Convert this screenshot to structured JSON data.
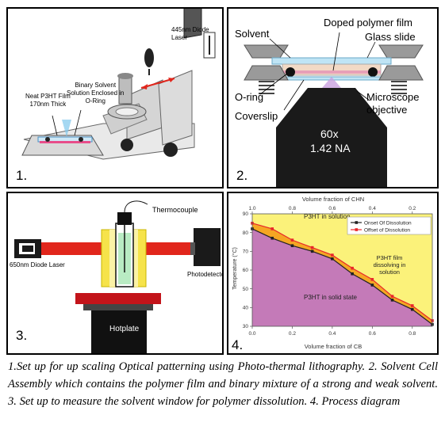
{
  "panel1": {
    "number": "1.",
    "labels": {
      "laser": "445nm Diode\nLaser",
      "film": "Neat P3HT Film\n170nm Thick",
      "solvent": "Binary Solvent\nSolution Enclosed in\nO-Ring"
    }
  },
  "panel2": {
    "number": "2.",
    "labels": {
      "solvent": "Solvent",
      "doped": "Doped polymer film",
      "glass": "Glass slide",
      "oring": "O-ring",
      "microscope": "Microscope\nobjective",
      "coverslip": "Coverslip",
      "mag": "60x",
      "na": "1.42 NA"
    }
  },
  "panel3": {
    "number": "3.",
    "labels": {
      "thermocouple": "Thermocouple",
      "laser": "650nm Diode Laser",
      "detector": "Photodetector",
      "hotplate": "Hotplate"
    }
  },
  "panel4": {
    "number": "4.",
    "chart_data": {
      "type": "line",
      "xlabel": "Volume fraction of CB",
      "x2label": "Volume fraction of CHN",
      "ylabel": "Temperature (°C)",
      "xlim": [
        0,
        0.9
      ],
      "ylim": [
        30,
        90
      ],
      "xticks": [
        0.0,
        0.2,
        0.4,
        0.6,
        0.8
      ],
      "x2ticks": [
        "1.0",
        "0.8",
        "0.6",
        "0.4",
        "0.2"
      ],
      "yticks": [
        30,
        40,
        50,
        60,
        70,
        80,
        90
      ],
      "series": [
        {
          "name": "Onset Of Dissolution",
          "color": "#222222",
          "x": [
            0.0,
            0.1,
            0.2,
            0.3,
            0.4,
            0.5,
            0.6,
            0.7,
            0.8,
            0.9
          ],
          "y": [
            82,
            77,
            73,
            70,
            66,
            58,
            52,
            44,
            39,
            31
          ]
        },
        {
          "name": "Offset of Dissolution",
          "color": "#e8262b",
          "x": [
            0.0,
            0.1,
            0.2,
            0.3,
            0.4,
            0.5,
            0.6,
            0.7,
            0.8,
            0.9
          ],
          "y": [
            85,
            82,
            76,
            72,
            68,
            61,
            55,
            46,
            41,
            33
          ]
        }
      ],
      "regions": {
        "solution": "P3HT in solution",
        "dissolving": "P3HT film\ndissolving in\nsolution",
        "solid": "P3HT in solid state"
      },
      "colors": {
        "solution": "#fbf27a",
        "dissolving": "#f5a623",
        "solid": "#c47ab8"
      },
      "legend_position": "top-right"
    }
  },
  "caption": "1.Set up for up scaling Optical patterning using Photo-thermal lithography. 2. Solvent Cell Assembly which contains the polymer film and binary mixture of a strong and weak solvent. 3. Set up to measure the solvent window for polymer dissolution. 4. Process diagram"
}
